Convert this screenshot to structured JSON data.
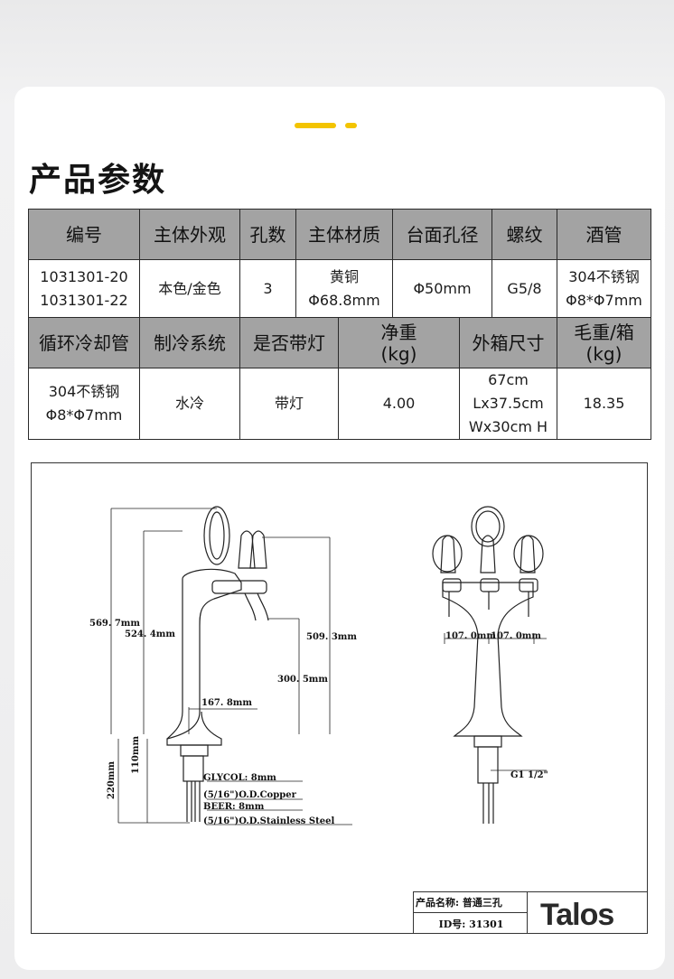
{
  "page": {
    "title": "产品参数"
  },
  "table": {
    "head1": [
      "编号",
      "主体外观",
      "孔数",
      "主体材质",
      "台面孔径",
      "螺纹",
      "酒管"
    ],
    "row1": {
      "code_a": "1031301-20",
      "code_b": "1031301-22",
      "appearance": "本色/金色",
      "holes": "3",
      "material_a": "黄铜",
      "material_b": "Φ68.8mm",
      "hole_diameter": "Φ50mm",
      "thread": "G5/8",
      "beer_tube_a": "304不锈钢",
      "beer_tube_b": "Φ8*Φ7mm"
    },
    "head2": {
      "cooling_tube": "循环冷却管",
      "cooling_system": "制冷系统",
      "light": "是否带灯",
      "net_weight_a": "净重",
      "net_weight_b": "(kg)",
      "carton_size": "外箱尺寸",
      "gross_weight_a": "毛重/箱",
      "gross_weight_b": "(kg)"
    },
    "row2": {
      "cooling_tube_a": "304不锈钢",
      "cooling_tube_b": "Φ8*Φ7mm",
      "cooling_system": "水冷",
      "light": "带灯",
      "net_weight": "4.00",
      "carton_a": "67cm Lx37.5cm",
      "carton_b": "Wx30cm H",
      "gross_weight": "18.35"
    }
  },
  "drawing": {
    "dims": {
      "total_height": "569. 7mm",
      "body_height": "524. 4mm",
      "spout_to_base": "509. 3mm",
      "spout_height": "300. 5mm",
      "spout_reach": "167. 8mm",
      "shank_110": "110mm",
      "shank_220": "220mm",
      "tap_spacing_left": "107. 0mm",
      "tap_spacing_right": "107. 0mm",
      "thread_label": "G1 1/2\""
    },
    "notes": {
      "glycol": "GLYCOL: 8mm",
      "glycol_od": "(5/16\")O.D.Copper",
      "beer": "BEER: 8mm",
      "beer_od": "(5/16\")O.D.Stainless Steel"
    },
    "title_block": {
      "product_name": "产品名称: 普通三孔",
      "id": "ID号: 31301",
      "logo": "Talos"
    }
  }
}
